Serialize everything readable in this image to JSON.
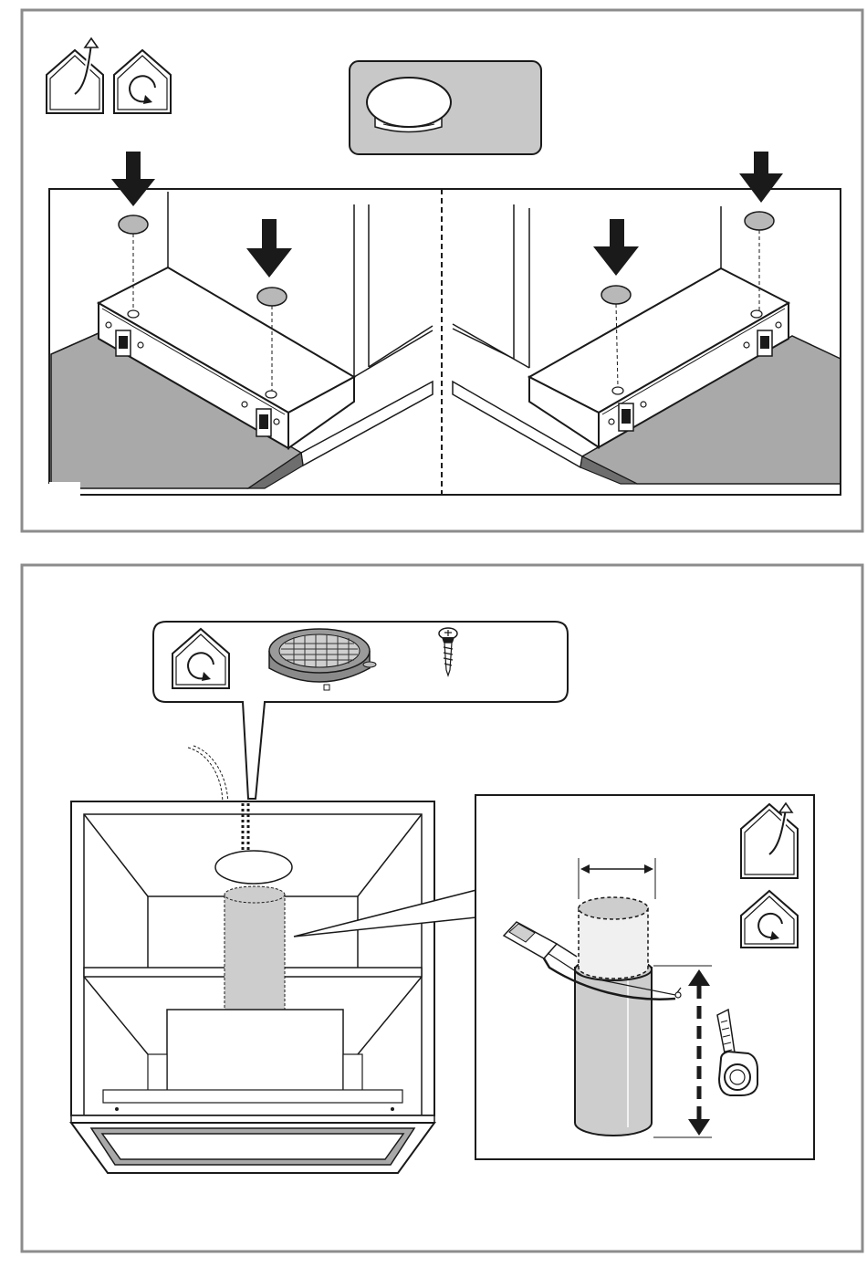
{
  "figures": [
    {
      "id": "figure-1",
      "icons": [
        "exhaust-air-mode-icon",
        "recirculation-mode-icon"
      ],
      "callout": "cover-cap-icon",
      "steps": [
        "insert-cover-caps-left-view",
        "insert-cover-caps-right-view"
      ],
      "caps_per_view": 2
    },
    {
      "id": "figure-2",
      "icons": [
        "recirculation-mode-icon",
        "carbon-filter-icon",
        "screw-icon"
      ],
      "detail_icons": [
        "exhaust-air-mode-icon",
        "recirculation-mode-icon"
      ],
      "detail": [
        "measure-duct-diameter",
        "cut-duct-with-hacksaw",
        "measure-length-with-tape"
      ]
    }
  ],
  "colors": {
    "frame": "#8c8c8c",
    "line": "#1a1a1a",
    "worktop": "#a9a9a9",
    "callout_fill": "#c8c8c8",
    "duct": "#cdcdcd",
    "white": "#ffffff"
  }
}
